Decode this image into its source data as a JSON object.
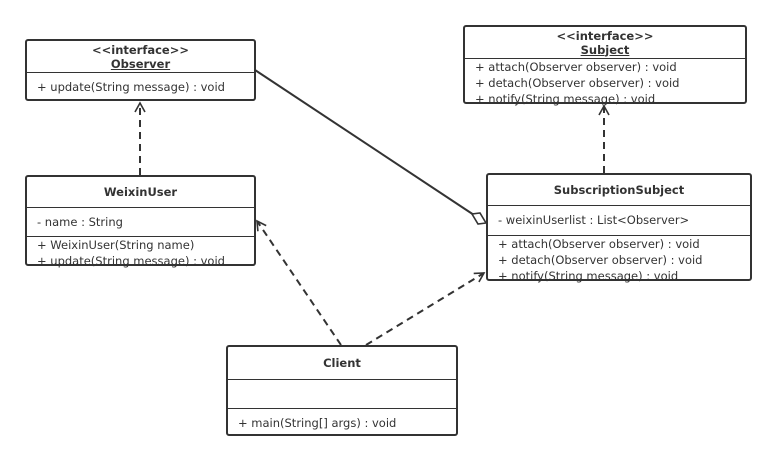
{
  "classes": {
    "observer": {
      "stereotype": "<<interface>>",
      "name": "Observer",
      "attributes": [],
      "operations": [
        "+ update(String message) : void"
      ]
    },
    "subject": {
      "stereotype": "<<interface>>",
      "name": "Subject",
      "attributes": [],
      "operations": [
        "+ attach(Observer observer) : void",
        "+ detach(Observer observer) : void",
        "+ notify(String message) : void"
      ]
    },
    "weixinuser": {
      "name": "WeixinUser",
      "attributes": [
        "- name : String"
      ],
      "operations": [
        "+ WeixinUser(String name)",
        "+ update(String message) : void"
      ]
    },
    "subscription": {
      "name": "SubscriptionSubject",
      "attributes": [
        "- weixinUserlist : List<Observer>"
      ],
      "operations": [
        "+ attach(Observer observer) : void",
        "+ detach(Observer observer) : void",
        "+ notify(String message) : void"
      ]
    },
    "client": {
      "name": "Client",
      "attributes": [],
      "operations": [
        "+ main(String[] args) : void"
      ]
    }
  },
  "relations": [
    {
      "type": "realization",
      "from": "WeixinUser",
      "to": "Observer"
    },
    {
      "type": "realization",
      "from": "SubscriptionSubject",
      "to": "Subject"
    },
    {
      "type": "aggregation",
      "from": "SubscriptionSubject",
      "to": "Observer"
    },
    {
      "type": "dependency",
      "from": "Client",
      "to": "WeixinUser"
    },
    {
      "type": "dependency",
      "from": "Client",
      "to": "SubscriptionSubject"
    }
  ],
  "colors": {
    "line": "#333333",
    "background": "#ffffff"
  }
}
